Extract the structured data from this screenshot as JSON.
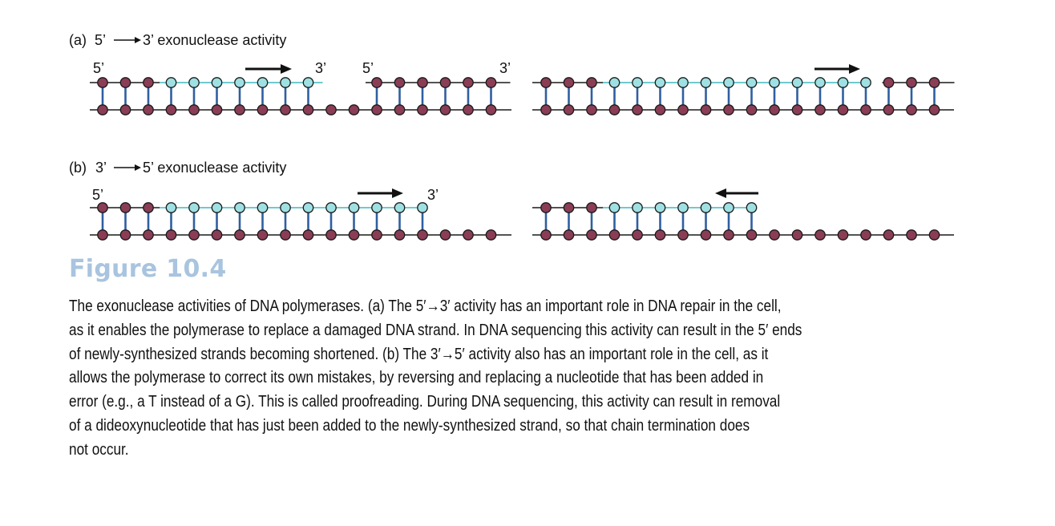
{
  "colors": {
    "old_nucleotide": "#8a3d55",
    "new_nucleotide": "#9fe0e3",
    "new_strand_line": "#3fb8be",
    "backbone": "#1a1a1a",
    "base_pair": "#2f5f9f",
    "arrow": "#111111",
    "figure_title": "#a9c4df"
  },
  "panel_a": {
    "label": "(a)",
    "title_left": "5’",
    "title_right": "3’ exonuclease activity",
    "left": {
      "top_5": "5’",
      "top_3": "3’",
      "new_5": "5’",
      "new_3": "3’"
    }
  },
  "panel_b": {
    "label": "(b)",
    "title_left": "3’",
    "title_right": "5’ exonuclease activity",
    "left": {
      "top_5": "5’",
      "top_3": "3’"
    }
  },
  "figure_title": "Figure 10.4",
  "caption_lines": [
    "The exonuclease activities of DNA polymerases. (a) The 5′→3′ activity has an important role in DNA repair in the cell,",
    "as it enables the polymerase to replace a damaged DNA strand. In DNA sequencing this activity can result in the 5′ ends",
    "of newly-synthesized strands becoming shortened. (b) The 3′→5′ activity also has an important role in the cell, as it",
    "allows the polymerase to correct its own mistakes, by reversing and replacing a nucleotide that has been added in",
    "error (e.g., a T instead of a G). This is called proofreading. During DNA sequencing, this activity can result in removal",
    "of a dideoxynucleotide that has just been added to the newly-synthesized strand, so that chain termination does",
    "not occur."
  ]
}
